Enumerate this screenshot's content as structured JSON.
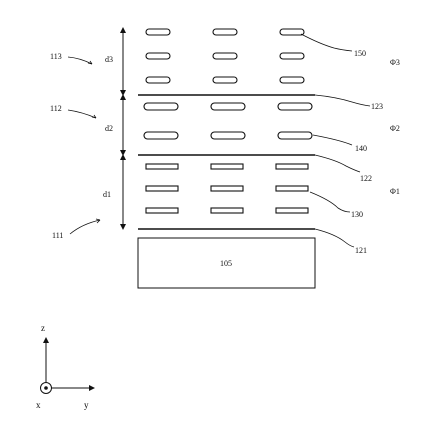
{
  "labels": {
    "ref_111": "111",
    "ref_112": "112",
    "ref_113": "113",
    "ref_105": "105",
    "ref_121": "121",
    "ref_122": "122",
    "ref_123": "123",
    "ref_130": "130",
    "ref_140": "140",
    "ref_150": "150",
    "dim_d1": "d1",
    "dim_d2": "d2",
    "dim_d3": "d3",
    "phi_1": "Φ1",
    "phi_2": "Φ2",
    "phi_3": "Φ3",
    "axis_z": "z",
    "axis_y": "y",
    "axis_x": "x"
  },
  "layers": {
    "layer1_rows": 3,
    "layer2_rows": 2,
    "layer3_rows": 3,
    "columns": 3
  }
}
